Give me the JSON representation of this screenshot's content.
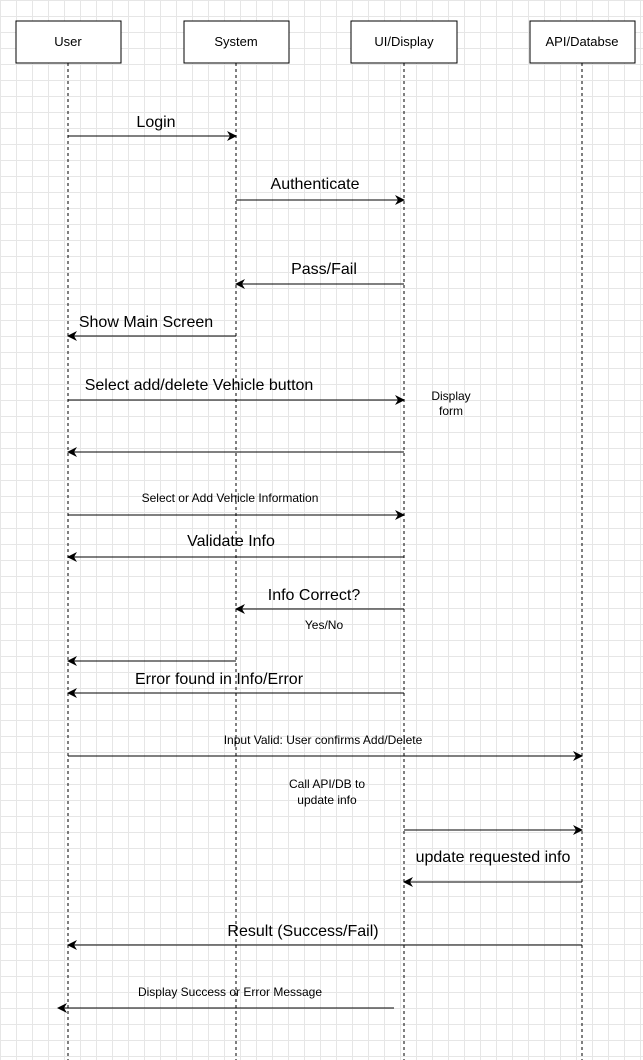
{
  "participants": [
    {
      "id": "user",
      "label": "User"
    },
    {
      "id": "system",
      "label": "System"
    },
    {
      "id": "ui",
      "label": "UI/Display"
    },
    {
      "id": "api",
      "label": "API/Databse"
    }
  ],
  "messages": [
    {
      "label": "Login",
      "from": "user",
      "to": "system"
    },
    {
      "label": "Authenticate",
      "from": "system",
      "to": "ui"
    },
    {
      "label": "Pass/Fail",
      "from": "ui",
      "to": "system"
    },
    {
      "label": "Show Main Screen",
      "from": "system",
      "to": "user"
    },
    {
      "label": "Select add/delete Vehicle button",
      "from": "user",
      "to": "ui"
    },
    {
      "label": "",
      "from": "ui",
      "to": "user"
    },
    {
      "label": "Select or Add Vehicle Information",
      "from": "user",
      "to": "ui"
    },
    {
      "label": "Validate Info",
      "from": "ui",
      "to": "user"
    },
    {
      "label": "Info Correct?",
      "from": "ui",
      "to": "system"
    },
    {
      "label": "",
      "from": "system",
      "to": "user"
    },
    {
      "label": "Error found in Info/Error",
      "from": "ui",
      "to": "user"
    },
    {
      "label": "Input Valid: User confirms Add/Delete",
      "from": "user",
      "to": "api"
    },
    {
      "label": "",
      "from": "ui",
      "to": "api"
    },
    {
      "label": "update requested info",
      "from": "api",
      "to": "ui"
    },
    {
      "label": "Result (Success/Fail)",
      "from": "api",
      "to": "user"
    },
    {
      "label": "Display Success or Error Message",
      "from": "ui",
      "to": "user"
    }
  ],
  "notes": [
    {
      "lines": [
        "Display",
        "form"
      ]
    },
    {
      "lines": [
        "Yes/No"
      ]
    },
    {
      "lines": [
        "Call API/DB to",
        "update info"
      ]
    }
  ]
}
